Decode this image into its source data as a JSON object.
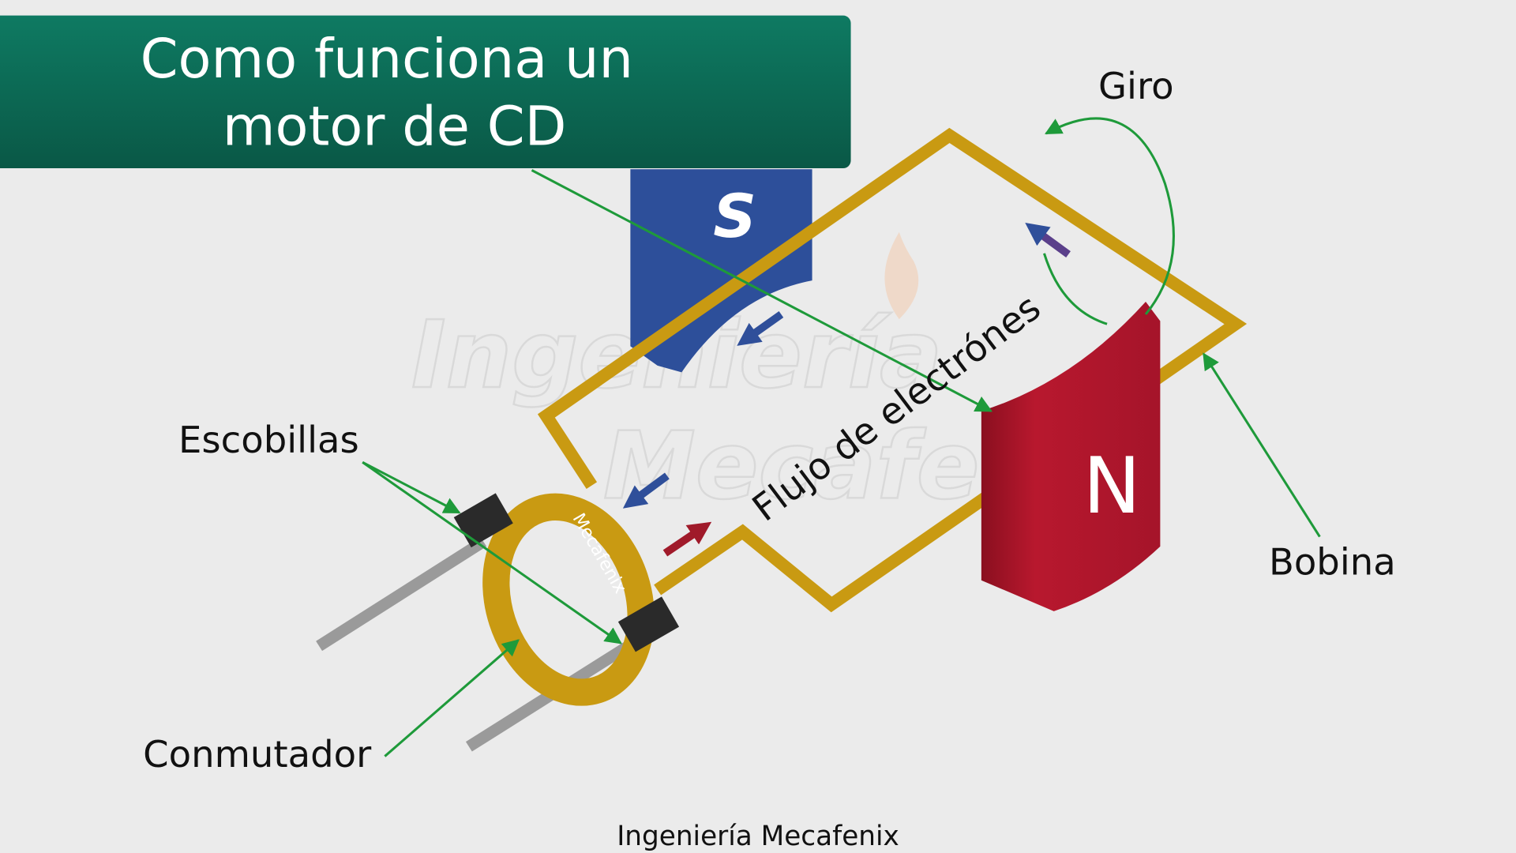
{
  "title": {
    "line1": "Como funciona un",
    "line2": "motor de CD"
  },
  "labels": {
    "rotation": "Giro",
    "brushes": "Escobillas",
    "coil": "Bobina",
    "commutator": "Conmutador",
    "electron_flow": "Flujo de electrónes",
    "south_pole": "S",
    "north_pole": "N",
    "ring_brand": "Mecafenix"
  },
  "footer": "Ingeniería Mecafenix",
  "watermark": {
    "line1": "Ingeniería",
    "line2": "Mecafenix"
  },
  "colors": {
    "banner": "#0b6e58",
    "coil": "#c99a12",
    "south_magnet": "#2d4f9a",
    "north_magnet": "#b51a2e",
    "pointer": "#1e9a3a",
    "electron_arrow_blue": "#2f4f9a",
    "electron_arrow_red": "#a01a2a"
  }
}
